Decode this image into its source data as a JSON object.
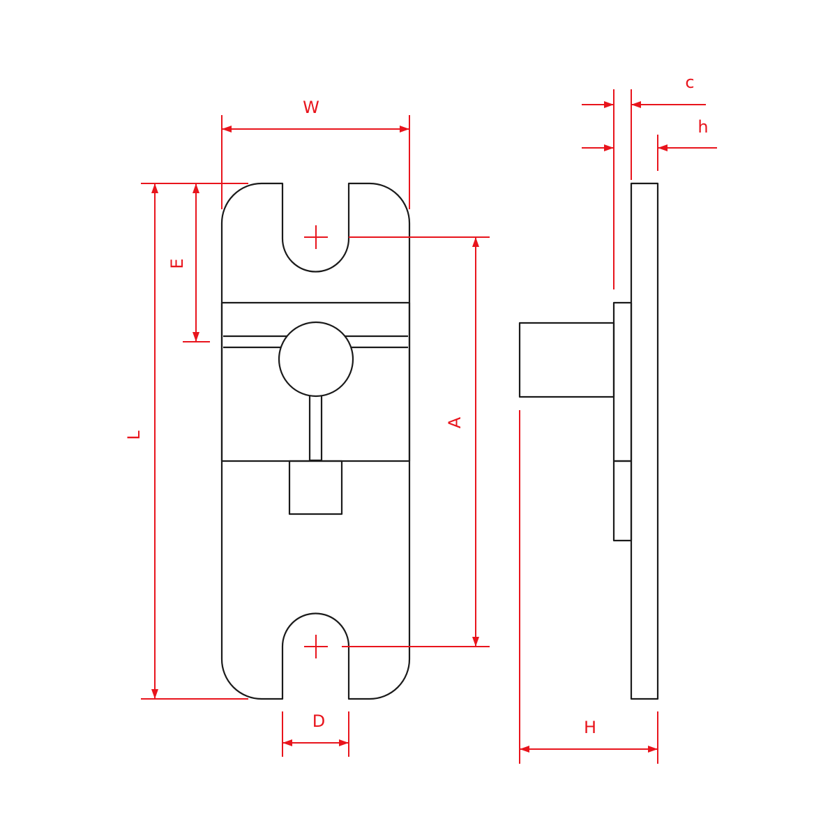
{
  "dimensions": {
    "width_label": "W",
    "length_label": "L",
    "slot_to_edge_label": "E",
    "hole_spacing_label": "A",
    "slot_width_label": "D",
    "height_label": "H",
    "thickness_c_label": "c",
    "thickness_h_label": "h"
  },
  "colors": {
    "outline": "#1a1a1a",
    "dimension": "#e8141c",
    "background": "#ffffff"
  }
}
